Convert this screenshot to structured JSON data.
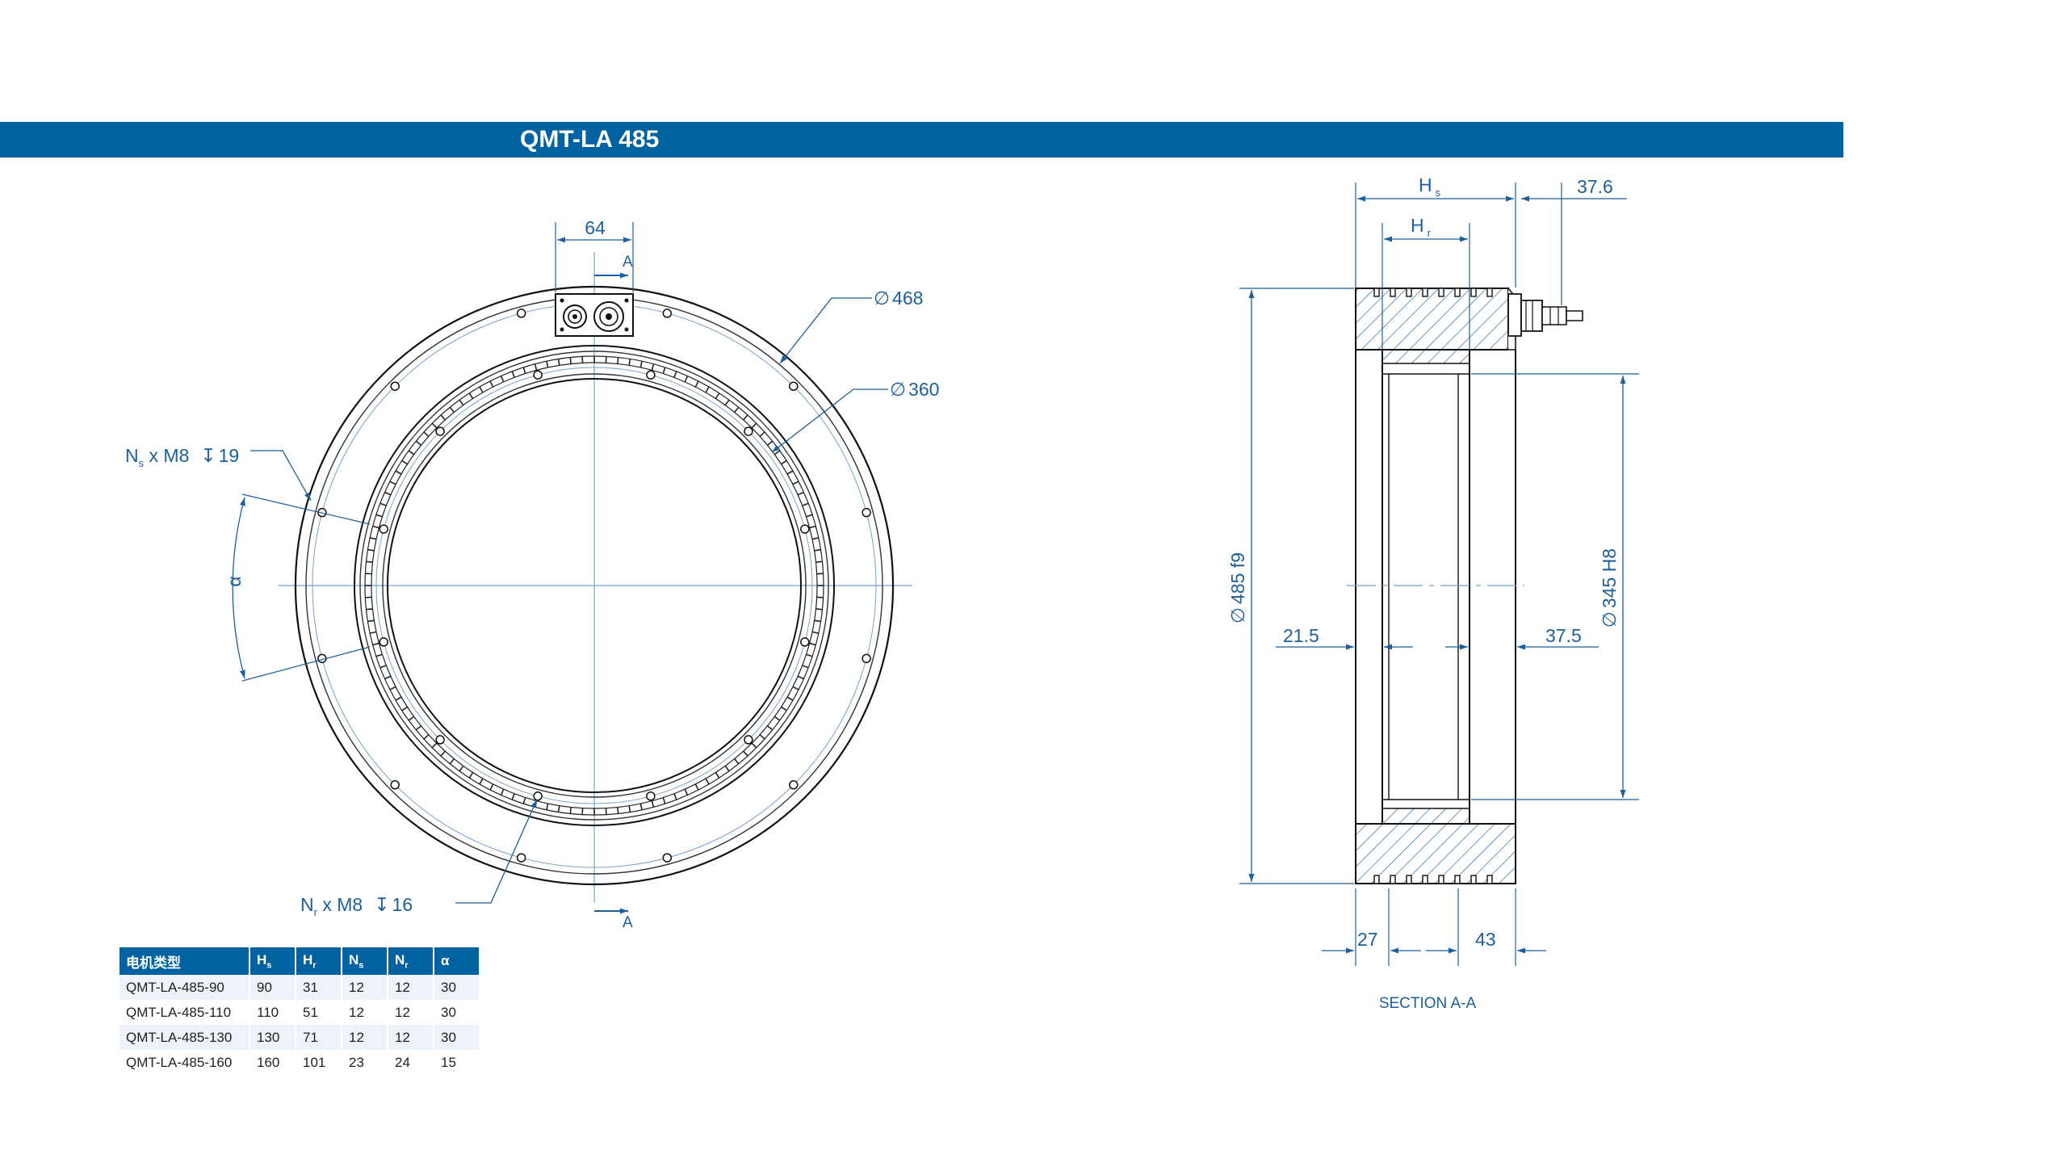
{
  "title": "QMT-LA 485",
  "front_view": {
    "connector_width": "64",
    "section_marker": "A",
    "outer_bolt_circle": "468",
    "inner_bolt_circle": "360",
    "stator_holes": {
      "prefix": "N",
      "sub": "s",
      "suffix": " x M8",
      "depth": "19"
    },
    "rotor_holes": {
      "prefix": "N",
      "sub": "r",
      "suffix": " x M8",
      "depth": "16"
    },
    "angle": "α",
    "diameter_symbol": "∅",
    "depth_symbol": "↧"
  },
  "section_view": {
    "hs_label": "H",
    "hs_sub": "s",
    "hr_label": "H",
    "hr_sub": "r",
    "connector_offset": "37.6",
    "outer_diameter": "485 f9",
    "inner_diameter": "345 H8",
    "left_offset": "21.5",
    "right_offset": "37.5",
    "bottom_left": "27",
    "bottom_right": "43",
    "caption": "SECTION A-A"
  },
  "table": {
    "headers": [
      {
        "main": "电机类型",
        "sub": ""
      },
      {
        "main": "H",
        "sub": "s"
      },
      {
        "main": "H",
        "sub": "r"
      },
      {
        "main": "N",
        "sub": "s"
      },
      {
        "main": "N",
        "sub": "r"
      },
      {
        "main": "α",
        "sub": ""
      }
    ],
    "rows": [
      [
        "QMT-LA-485-90",
        "90",
        "31",
        "12",
        "12",
        "30"
      ],
      [
        "QMT-LA-485-110",
        "110",
        "51",
        "12",
        "12",
        "30"
      ],
      [
        "QMT-LA-485-130",
        "130",
        "71",
        "12",
        "12",
        "30"
      ],
      [
        "QMT-LA-485-160",
        "160",
        "101",
        "23",
        "24",
        "15"
      ]
    ]
  },
  "colors": {
    "banner": "#0062a0",
    "dimension": "#1d5f9a",
    "outline": "#111111",
    "centerline": "#7aa0c8"
  }
}
